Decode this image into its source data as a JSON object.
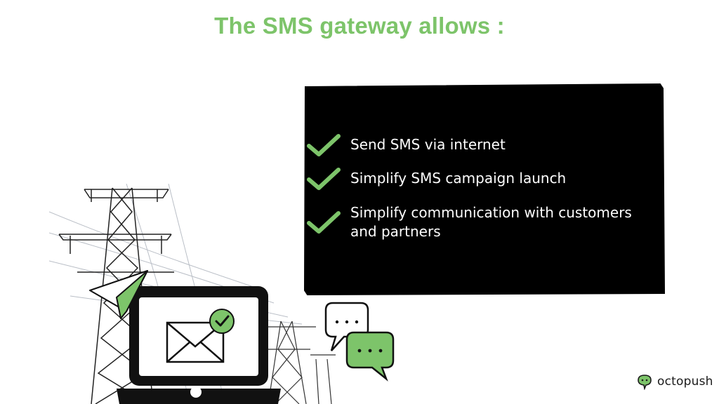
{
  "title": "The SMS gateway allows :",
  "colors": {
    "accent_green": "#7dc46a",
    "panel_black": "#000000",
    "text_white": "#ffffff"
  },
  "benefits": [
    {
      "line1": "Send SMS via internet",
      "line2": ""
    },
    {
      "line1": "Simplify SMS campaign launch",
      "line2": ""
    },
    {
      "line1": "Simplify communication with customers",
      "line2": "and partners"
    }
  ],
  "logo": {
    "name": "octopush",
    "icon": "octopus-chat-icon"
  },
  "illustration": {
    "icons": [
      "power-tower-icon",
      "laptop-icon",
      "envelope-icon",
      "check-badge-icon",
      "paper-plane-icon",
      "chat-bubble-icon"
    ]
  }
}
